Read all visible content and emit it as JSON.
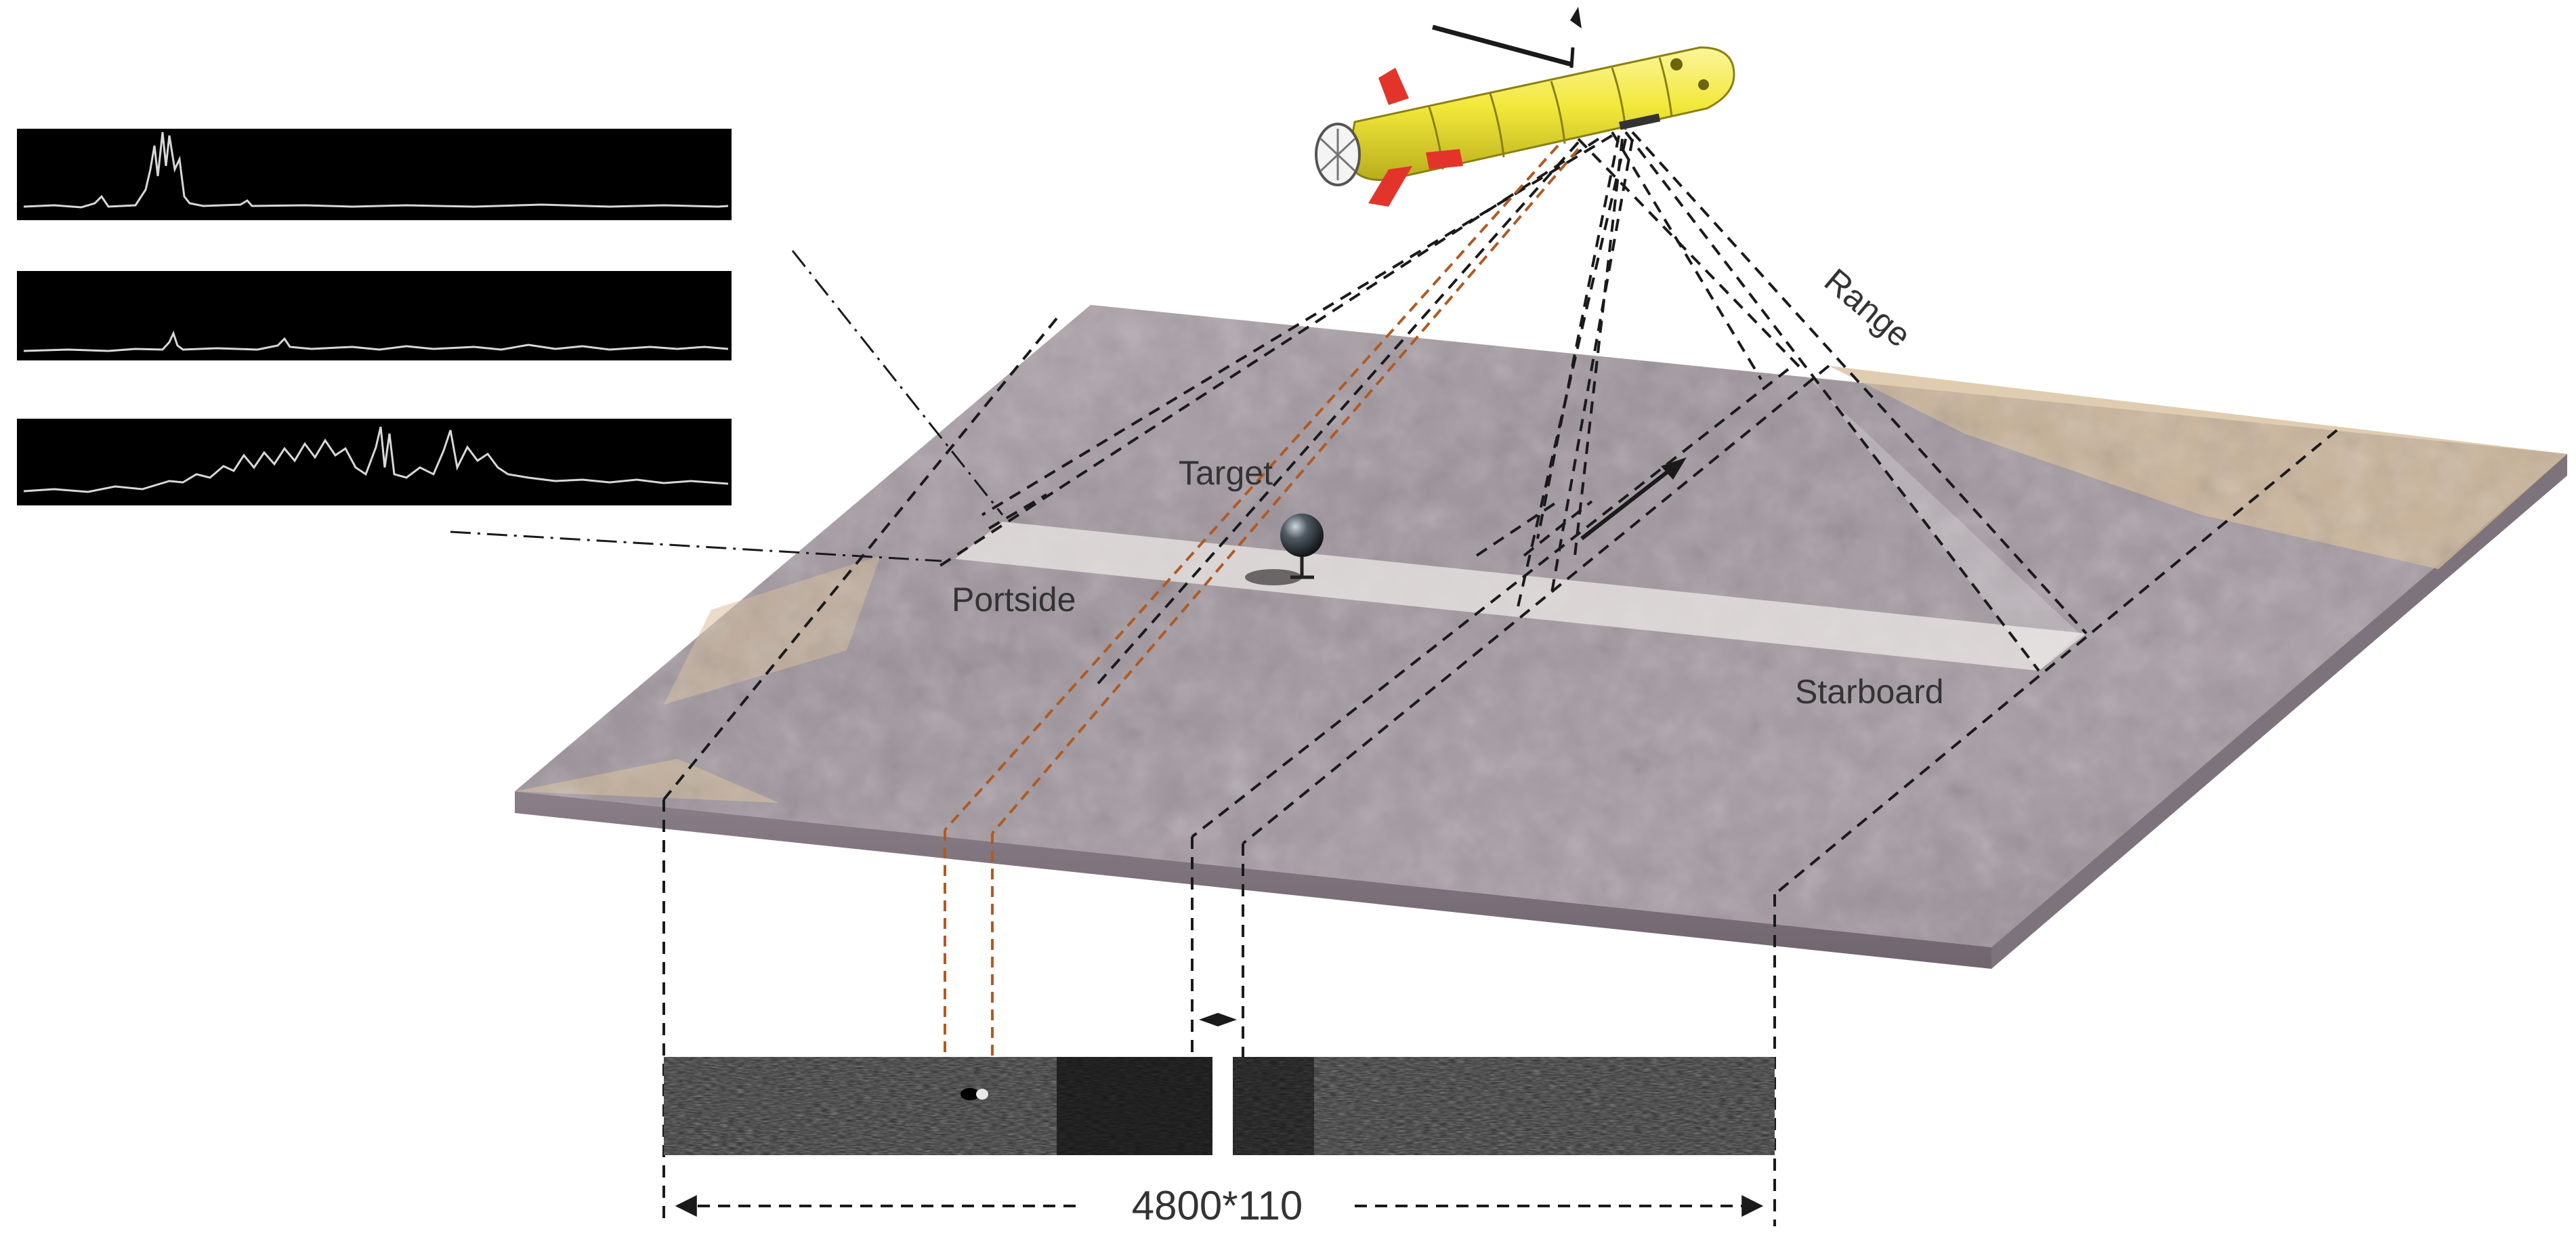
{
  "labels": {
    "target": "Target",
    "portside": "Portside",
    "starboard": "Starboard",
    "range": "Range",
    "dimensions": "4800*110"
  },
  "colors": {
    "seabed": "#a89ea6",
    "seabed_sand": "#d9c09a",
    "swath_strip": "#e6e2e1",
    "auv_body": "#f2e83a",
    "auv_fin": "#e3342b",
    "beam_line": "#1a1a1a",
    "target_line": "#b05a22",
    "signal_bg": "#000000",
    "signal_trace": "#d8d8d8",
    "sonar_image_bg": "#1c1c1c"
  },
  "icons": {
    "auv": "auv-vehicle-icon",
    "target": "sphere-target-icon",
    "direction": "arrow-right-icon",
    "gap": "diamond-icon"
  }
}
